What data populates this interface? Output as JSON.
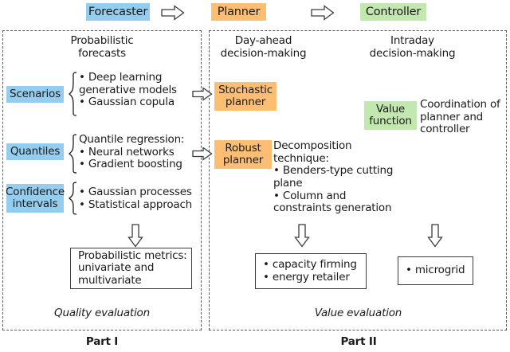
{
  "diagram": {
    "title_row": {
      "forecaster": "Forecaster",
      "planner": "Planner",
      "controller": "Controller",
      "arrow1": "right-arrow-icon",
      "arrow2": "right-arrow-icon"
    },
    "part1": {
      "caption": "Part I",
      "heading": "Probabilistic\nforecasts",
      "footer": "Quality evaluation",
      "rows": [
        {
          "tag": "Scenarios",
          "items": "• Deep learning\n  generative models\n• Gaussian copula"
        },
        {
          "tag": "Quantiles",
          "items": "Quantile regression:\n• Neural networks\n• Gradient boosting"
        },
        {
          "tag": "Confidence\nintervals",
          "items": "• Gaussian processes\n• Statistical approach"
        }
      ],
      "result_box": "Probabilistic metrics:\nunivariate and\nmultivariate",
      "down_arrow": "down-arrow-icon"
    },
    "part2": {
      "caption": "Part II",
      "heading_left": "Day-ahead\ndecision-making",
      "heading_right": "Intraday\ndecision-making",
      "footer": "Value evaluation",
      "stochastic_planner": "Stochastic\nplanner",
      "robust_planner": "Robust\nplanner",
      "decomposition": "Decomposition\ntechnique:\n   • Benders-type cutting\n      plane\n   • Column and\n      constraints generation",
      "value_function": "Value\nfunction",
      "coordination": "Coordination of\nplanner and\ncontroller",
      "result_box_left": "• capacity firming\n• energy retailer",
      "result_box_right": "• microgrid",
      "in_arrow_stochastic": "right-arrow-icon",
      "in_arrow_robust": "right-arrow-icon",
      "down_arrow_left": "down-arrow-icon",
      "down_arrow_right": "down-arrow-icon"
    },
    "colors": {
      "forecaster": "#95cdee",
      "planner": "#fbbe73",
      "controller": "#c3e8af",
      "panel_border": "#5a5a5a",
      "box_border": "#3c3c3c"
    }
  }
}
